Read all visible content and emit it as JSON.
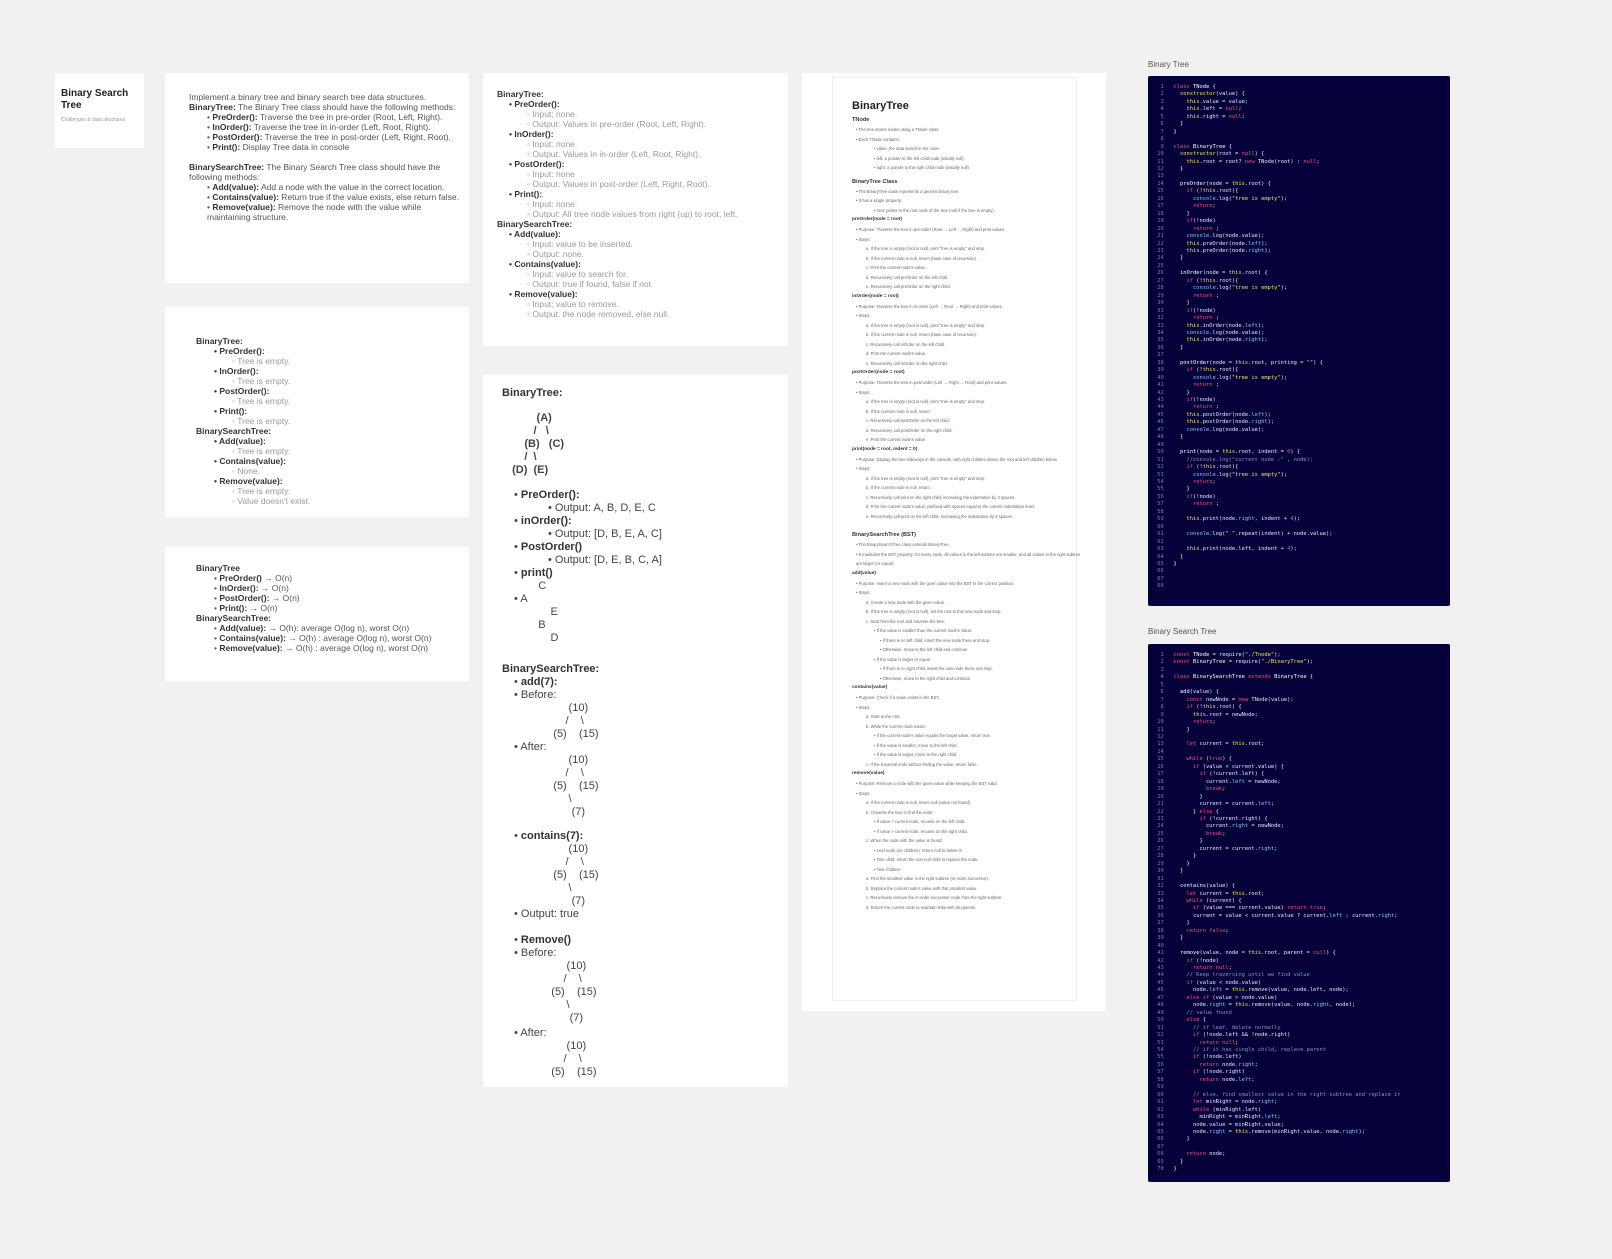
{
  "title_card": {
    "title": "Binary Search Tree",
    "subtitle": "Challenges & data structures"
  },
  "requirements": {
    "intro": "Implement a binary tree and binary search tree data structures.",
    "bt_head": "BinaryTree:",
    "bt_desc": " The Binary Tree class should have the following methods:",
    "bt_items": [
      {
        "name": "PreOrder():",
        "desc": " Traverse the tree in pre-order (Root, Left, Right)."
      },
      {
        "name": "InOrder():",
        "desc": " Traverse the tree in in-order (Left, Root, Right)."
      },
      {
        "name": "PostOrder():",
        "desc": " Traverse the tree in post-order (Left, Right, Root)."
      },
      {
        "name": "Print():",
        "desc": " Display Tree data in console"
      }
    ],
    "bst_head": "BinarySearchTree:",
    "bst_desc": " The Binary Search Tree class should have the following methods:",
    "bst_items": [
      {
        "name": "Add(value):",
        "desc": " Add a node with the value in the correct location."
      },
      {
        "name": "Contains(value):",
        "desc": " Return true if the value exists, else return false."
      },
      {
        "name": "Remove(value):",
        "desc": " Remove the node with the value while maintaining structure."
      }
    ]
  },
  "edge_cases": {
    "bt": "BinaryTree:",
    "preorder": "PreOrder():",
    "preorder_v": "Tree is empty.",
    "inorder": "InOrder():",
    "inorder_v": "Tree is empty.",
    "postorder": "PostOrder():",
    "postorder_v": "Tree is empty.",
    "print": "Print():",
    "print_v": "Tree is empty.",
    "bst": "BinarySearchTree:",
    "add": "Add(value):",
    "add_v": "Tree is empty.",
    "contains": "Contains(value):",
    "contains_v": "None.",
    "remove": "Remove(value):",
    "remove_v1": "Tree is empty.",
    "remove_v2": "Value doesn't exist."
  },
  "big_o": {
    "bt": "BinaryTree",
    "items": [
      {
        "name": "PreOrder()",
        "v": " → O(n)"
      },
      {
        "name": "InOrder():",
        "v": " → O(n)"
      },
      {
        "name": "PostOrder():",
        "v": " → O(n)"
      },
      {
        "name": "Print():",
        "v": " → O(n)"
      }
    ],
    "bst": "BinarySearchTree:",
    "bst_items": [
      {
        "name": "Add(value):",
        "v": " → O(h): average O(log n), worst O(n)"
      },
      {
        "name": "Contains(value):",
        "v": " → O(h) : average O(log n), worst O(n)"
      },
      {
        "name": "Remove(value):",
        "v": " → O(h) : average O(log n), worst O(n)"
      }
    ]
  },
  "io": {
    "bt": "BinaryTree:",
    "preorder": "PreOrder():",
    "pre_in": "Input: none.",
    "pre_out": "Output: Values in pre-order (Root, Left, Right).",
    "inorder": "InOrder():",
    "in_in": "Input: none.",
    "in_out": "Output: Values in in-order (Left, Root, Right).",
    "postorder": "PostOrder():",
    "post_in": "Input: none",
    "post_out": "Output: Values in post-order (Left, Right, Root).",
    "print": "Print():",
    "print_in": "Input: none.",
    "print_out": "Output:  All tree node values from right (up) to root, left.",
    "bst": "BinarySearchTree:",
    "add": "Add(value):",
    "add_in": "Input: value to be inserted.",
    "add_out": "Output: none.",
    "contains": "Contains(value):",
    "con_in": "Input: value to search for.",
    "con_out": "Output: true if found, false if not.",
    "remove": "Remove(value):",
    "rem_in": "Input: value to remove.",
    "rem_out": "Output: the node removed, else null."
  },
  "visual": {
    "bt": "BinaryTree:",
    "tree": "          (A)\n         /   \\\n      (B)   (C)\n      /  \\\n  (D)  (E)",
    "preorder": "PreOrder():",
    "pre_out": "Output: A, B, D, E, C",
    "inorder": "inOrder():",
    "in_out": "Output: [D, B, E, A, C]",
    "postorder": "PostOrder()",
    "post_out": "Output: [D, E, B, C, A]",
    "print": "print()",
    "print_tree_a": "    C",
    "print_tree_b": "A",
    "print_tree_c": "        E\n    B\n        D",
    "bst": "BinarySearchTree:",
    "add": "add(7):",
    "before": "Before:",
    "t_before": "          (10)\n         /    \\\n     (5)    (15)",
    "after": "After:",
    "t_after": "          (10)\n         /    \\\n     (5)    (15)\n          \\\n           (7)",
    "contains": "contains(7):",
    "t_contains": "          (10)\n         /    \\\n     (5)    (15)\n          \\\n           (7)",
    "con_out": "Output: true",
    "remove": "Remove()",
    "before2": "Before:",
    "t_before2": "          (10)\n         /    \\\n     (5)    (15)\n          \\\n           (7)",
    "after2": "After:",
    "t_after2": "          (10)\n         /    \\\n     (5)    (15)"
  },
  "doc": {
    "title": "BinaryTree",
    "tnode": "TNode",
    "tnode_lines": [
      "The tree stores nodes using a TNode class.",
      "Each TNode contains:",
      "value: the data stored in the node.",
      "left: a pointer to the left child node (initially null).",
      "right: a pointer to the right child node (initially null)."
    ],
    "btclass": "BinaryTree Class",
    "btclass_lines": [
      "The BinaryTree class represents a general binary tree.",
      "It has a single property:",
      "root: points to the root node of the tree (null if the tree is empty)."
    ],
    "preorder": "preOrder(node = root)",
    "preorder_lines": [
      "Purpose: Traverse the tree in pre-order (Root → Left → Right) and print values.",
      "Steps:",
      "a. If the tree is empty (root is null), print \"tree is empty\" and stop.",
      "b. If the current node is null, return (base case of recursion).",
      "c. Print the current node's value.",
      "d. Recursively call preOrder on the left child.",
      "e. Recursively call preOrder on the right child."
    ],
    "inorder": "inOrder(node = root)",
    "inorder_lines": [
      "Purpose: Traverse the tree in in-order (Left → Root → Right) and print values.",
      "Steps:",
      "a. If the tree is empty (root is null), print \"tree is empty\" and stop.",
      "b. If the current node is null, return (base case of recursion).",
      "c. Recursively call inOrder on the left child.",
      "d. Print the current node's value.",
      "e. Recursively call inOrder on the right child."
    ],
    "postorder": "postOrder(node = root)",
    "postorder_lines": [
      "Purpose: Traverse the tree in post-order (Left → Right → Root) and print values.",
      "Steps:",
      "a. If the tree is empty (root is null), print \"tree is empty\" and stop.",
      "b. If the current node is null, return.",
      "c. Recursively call postOrder on the left child.",
      "d. Recursively call postOrder on the right child.",
      "e. Print the current node's value."
    ],
    "print": "print(node = root, indent = 0)",
    "print_lines": [
      "Purpose: Display the tree sideways in the console, with right children above the root and left children below.",
      "Steps:",
      "a. If the tree is empty (root is null), print \"tree is empty\" and stop.",
      "b. If the current node is null, return.",
      "c. Recursively call print on the right child, increasing the indentation by 4 spaces.",
      "d. Print the current node's value, prefixed with spaces equal to the current indentation level.",
      "e. Recursively call print on the left child, increasing the indentation by 4 spaces."
    ],
    "bst": "BinarySearchTree (BST)",
    "bst_lines": [
      "The BinarySearchTree class extends BinaryTree.",
      "It maintains the BST property: for every node, all values in the left subtree are smaller, and all values in the right subtree are larger (or equal)."
    ],
    "add": "add(value)",
    "add_lines": [
      "Purpose: Insert a new node with the given value into the BST in the correct position.",
      "Steps:",
      "a. Create a new node with the given value.",
      "b. If the tree is empty (root is null), set the root to this new node and stop.",
      "c. Start from the root and traverse the tree:",
      "If the value is smaller than the current node's value:",
      "If there is no left child, insert the new node there and stop.",
      "Otherwise, move to the left child and continue.",
      "If the value is larger or equal:",
      "If there is no right child, insert the new node there and stop.",
      "Otherwise, move to the right child and continue."
    ],
    "contains": "contains(value)",
    "contains_lines": [
      "Purpose: Check if a value exists in the BST.",
      "Steps:",
      "a. Start at the root.",
      "b. While the current node exists:",
      "If the current node's value equals the target value, return true.",
      "If the value is smaller, move to the left child.",
      "If the value is larger, move to the right child.",
      "c. If the traversal ends without finding the value, return false."
    ],
    "remove": "remove(value)",
    "remove_lines": [
      "Purpose: Remove a node with the given value while keeping the BST valid.",
      "Steps:",
      "a. If the current node is null, return null (value not found).",
      "b. Traverse the tree to find the node:",
      "If value < current node, recurse on the left child.",
      "If value > current node, recurse on the right child.",
      "c. When the node with the value is found:",
      "Leaf node (no children): return null to delete it.",
      "One child: return the non-null child to replace the node.",
      "Two children:",
      "a. Find the smallest value in the right subtree (in-order successor).",
      "b. Replace the current node's value with that smallest value.",
      "c. Recursively remove the in-order successor node from the right subtree.",
      "d. Return the current node to maintain links with its parents."
    ]
  },
  "code_bt": {
    "label": "Binary Tree"
  },
  "code_bst": {
    "label": "Binary Search Tree"
  }
}
